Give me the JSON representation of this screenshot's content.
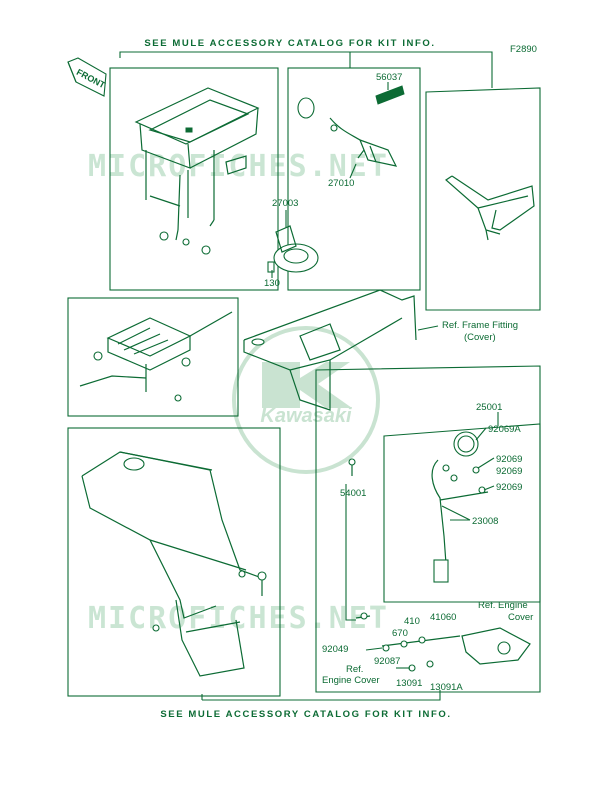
{
  "figure_code": "F2890",
  "front_label": "FRONT",
  "header_top": "SEE MULE ACCESSORY CATALOG FOR KIT INFO.",
  "header_bottom": "SEE MULE ACCESSORY CATALOG FOR KIT INFO.",
  "watermark_text": "MICROFICHES.NET",
  "logo_text": "Kawasaki",
  "parts": {
    "p56037": "56037",
    "p27010": "27010",
    "p27003": "27003",
    "p130": "130",
    "ref_frame_1": "Ref. Frame Fitting",
    "ref_frame_2": "(Cover)",
    "p25001": "25001",
    "p92069A": "92069A",
    "p92069_1": "92069",
    "p92069_2": "92069",
    "p92069_3": "92069",
    "p54001": "54001",
    "p23008": "23008",
    "ref_engine_r1": "Ref. Engine",
    "ref_engine_r2": "Cover",
    "p410": "410",
    "p41060": "41060",
    "p670": "670",
    "p92049": "92049",
    "p92087": "92087",
    "ref_engine_l1": "Ref.",
    "ref_engine_l2": "Engine Cover",
    "p13091": "13091",
    "p13091A": "13091A"
  },
  "colors": {
    "ink": "#0c6b34",
    "watermark": "#b9ddc5",
    "logo": "#c9e3d1"
  }
}
